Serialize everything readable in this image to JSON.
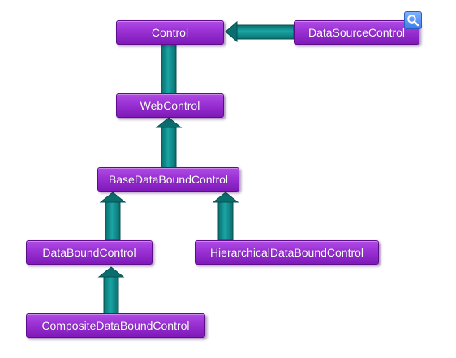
{
  "diagram": {
    "nodes": {
      "control": "Control",
      "data_source_control": "DataSourceControl",
      "web_control": "WebControl",
      "base_data_bound_control": "BaseDataBoundControl",
      "data_bound_control": "DataBoundControl",
      "hierarchical_data_bound_control": "HierarchicalDataBoundControl",
      "composite_data_bound_control": "CompositeDataBoundControl"
    },
    "colors": {
      "node_fill": "#9c33d6",
      "node_border": "#5e0d8a",
      "arrow_fill": "#0f8a8a",
      "arrow_stroke": "#0a5c5c"
    },
    "zoom_icon": "magnifier-icon"
  }
}
